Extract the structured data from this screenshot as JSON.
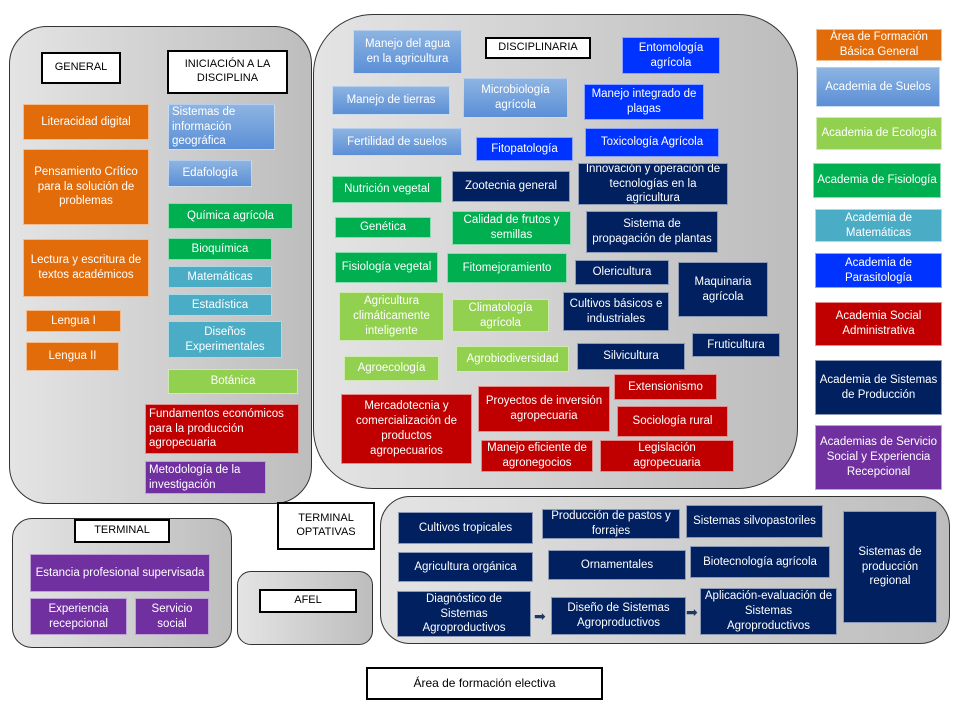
{
  "labels": {
    "general": "GENERAL",
    "iniciacion": "INICIACIÓN A LA DISCIPLINA",
    "disciplinaria": "DISCIPLINARIA",
    "terminal": "TERMINAL",
    "terminal_optativas": "TERMINAL OPTATIVAS",
    "afel": "AFEL",
    "area_electiva": "Área de formación electiva"
  },
  "general": {
    "literacidad": "Literacidad digital",
    "pensamiento": "Pensamiento Crítico para la solución de problemas",
    "lectura": "Lectura y escritura de textos académicos",
    "lengua1": "Lengua I",
    "lengua2": "Lengua II"
  },
  "iniciacion": {
    "sig": "Sistemas de información geográfica",
    "edafologia": "Edafología",
    "quimica": "Química agrícola",
    "bioquimica": "Bioquímica",
    "matematicas": "Matemáticas",
    "estadistica": "Estadística",
    "disenos": "Diseños Experimentales",
    "botanica": "Botánica",
    "fundamentos": "Fundamentos económicos para la producción agropecuaria",
    "metodologia": "Metodología de la investigación"
  },
  "disciplinaria": {
    "manejo_agua": "Manejo del agua en la agricultura",
    "entomologia": "Entomología agrícola",
    "manejo_tierras": "Manejo de tierras",
    "microbiologia": "Microbiología agrícola",
    "manejo_plagas": "Manejo integrado de plagas",
    "fertilidad": "Fertilidad de suelos",
    "fitopatologia": "Fitopatología",
    "toxicologia": "Toxicología Agrícola",
    "nutricion": "Nutrición vegetal",
    "zootecnia": "Zootecnia general",
    "innovacion": "Innovación y operación de tecnologías en la agricultura",
    "genetica": "Genética",
    "calidad": "Calidad de frutos y semillas",
    "propagacion": "Sistema de propagación de plantas",
    "fisiologia": "Fisiología vegetal",
    "fitomejoramiento": "Fitomejoramiento",
    "olericultura": "Olericultura",
    "maquinaria": "Maquinaria agrícola",
    "agric_clima": "Agricultura climáticamente inteligente",
    "climatologia": "Climatología agrícola",
    "cultivos_basicos": "Cultivos básicos e industriales",
    "fruticultura": "Fruticultura",
    "agroecologia": "Agroecología",
    "agrobiodiversidad": "Agrobiodiversidad",
    "silvicultura": "Silvicultura",
    "extensionismo": "Extensionismo",
    "proyectos": "Proyectos de inversión agropecuaria",
    "mercadotecnia": "Mercadotecnia y comercialización de productos agropecuarios",
    "sociologia": "Sociología rural",
    "manejo_agronegocios": "Manejo eficiente de agronegocios",
    "legislacion": "Legislación agropecuaria"
  },
  "terminal": {
    "estancia": "Estancia profesional supervisada",
    "experiencia": "Experiencia recepcional",
    "servicio": "Servicio social"
  },
  "optativas": {
    "cultivos_tropicales": "Cultivos tropicales",
    "pastos": "Producción de pastos y forrajes",
    "silvopastoriles": "Sistemas silvopastoriles",
    "produccion_regional": "Sistemas de producción regional",
    "agric_organica": "Agricultura orgánica",
    "ornamentales": "Ornamentales",
    "biotecnologia": "Biotecnología agrícola",
    "diagnostico": "Diagnóstico de Sistemas Agroproductivos",
    "diseno": "Diseño de Sistemas Agroproductivos",
    "aplicacion": "Aplicación-evaluación de Sistemas Agroproductivos",
    "arrow_glyph": "➡"
  },
  "legend": [
    {
      "label": "Área de Formación Básica General",
      "color": "#e36c0a"
    },
    {
      "label": "Academia de Suelos",
      "color": "#8db4e2"
    },
    {
      "label": "Academia de Ecología",
      "color": "#92d050"
    },
    {
      "label": "Academia de Fisiología",
      "color": "#00b050"
    },
    {
      "label": "Academia de Matemáticas",
      "color": "#4bacc6"
    },
    {
      "label": "Academia de Parasitología",
      "color": "#0033ff"
    },
    {
      "label": "Academia Social Administrativa",
      "color": "#c00000"
    },
    {
      "label": "Academia de Sistemas de Producción",
      "color": "#002060"
    },
    {
      "label": "Academias de Servicio Social y Experiencia Recepcional",
      "color": "#7030a0"
    }
  ]
}
